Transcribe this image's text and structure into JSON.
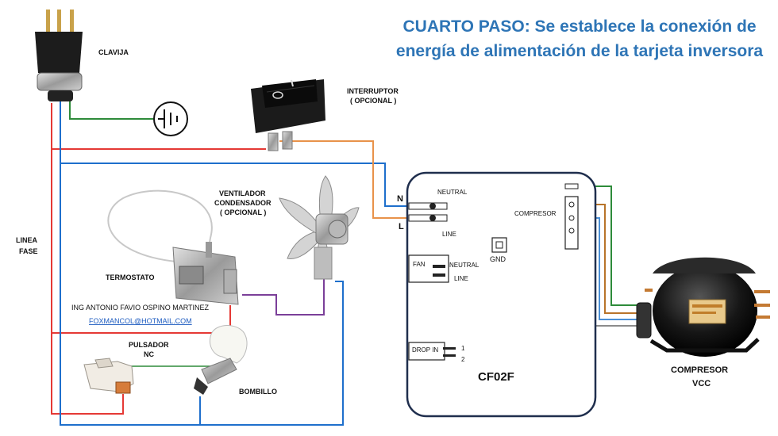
{
  "title": "CUARTO PASO: Se establece la conexión de energía de alimentación de la tarjeta inversora",
  "labels": {
    "clavija": "CLAVIJA",
    "interruptor": "INTERRUPTOR",
    "interruptor_opcional": "( OPCIONAL )",
    "ventilador": "VENTILADOR",
    "condensador": "CONDENSADOR",
    "ventilador_opcional": "( OPCIONAL )",
    "termostato": "TERMOSTATO",
    "linea": "LINEA",
    "fase": "FASE",
    "pulsador": "PULSADOR",
    "pulsador_nc": "NC",
    "bombillo": "BOMBILLO",
    "author": "ING ANTONIO FAVIO OSPINO MARTINEZ",
    "email": "FOXMANCOL@HOTMAIL.COM",
    "compresor_title": "COMPRESOR",
    "compresor_vcc": "VCC"
  },
  "board": {
    "name": "CF02F",
    "n": "N",
    "l": "L",
    "neutral": "NEUTRAL",
    "line": "LINE",
    "fan": "FAN",
    "fan_neutral": "NEUTRAL",
    "fan_line": "LINE",
    "gnd": "GND",
    "compresor": "COMPRESOR",
    "drop_in": "DROP IN",
    "drop_1": "1",
    "drop_2": "2"
  },
  "colors": {
    "title": "#2E75B6",
    "red": "#E53935",
    "blue": "#1E6FCC",
    "green": "#2E8B3A",
    "orange": "#E8924A",
    "purple": "#7B3F99",
    "board_border": "#1F2E4D"
  }
}
